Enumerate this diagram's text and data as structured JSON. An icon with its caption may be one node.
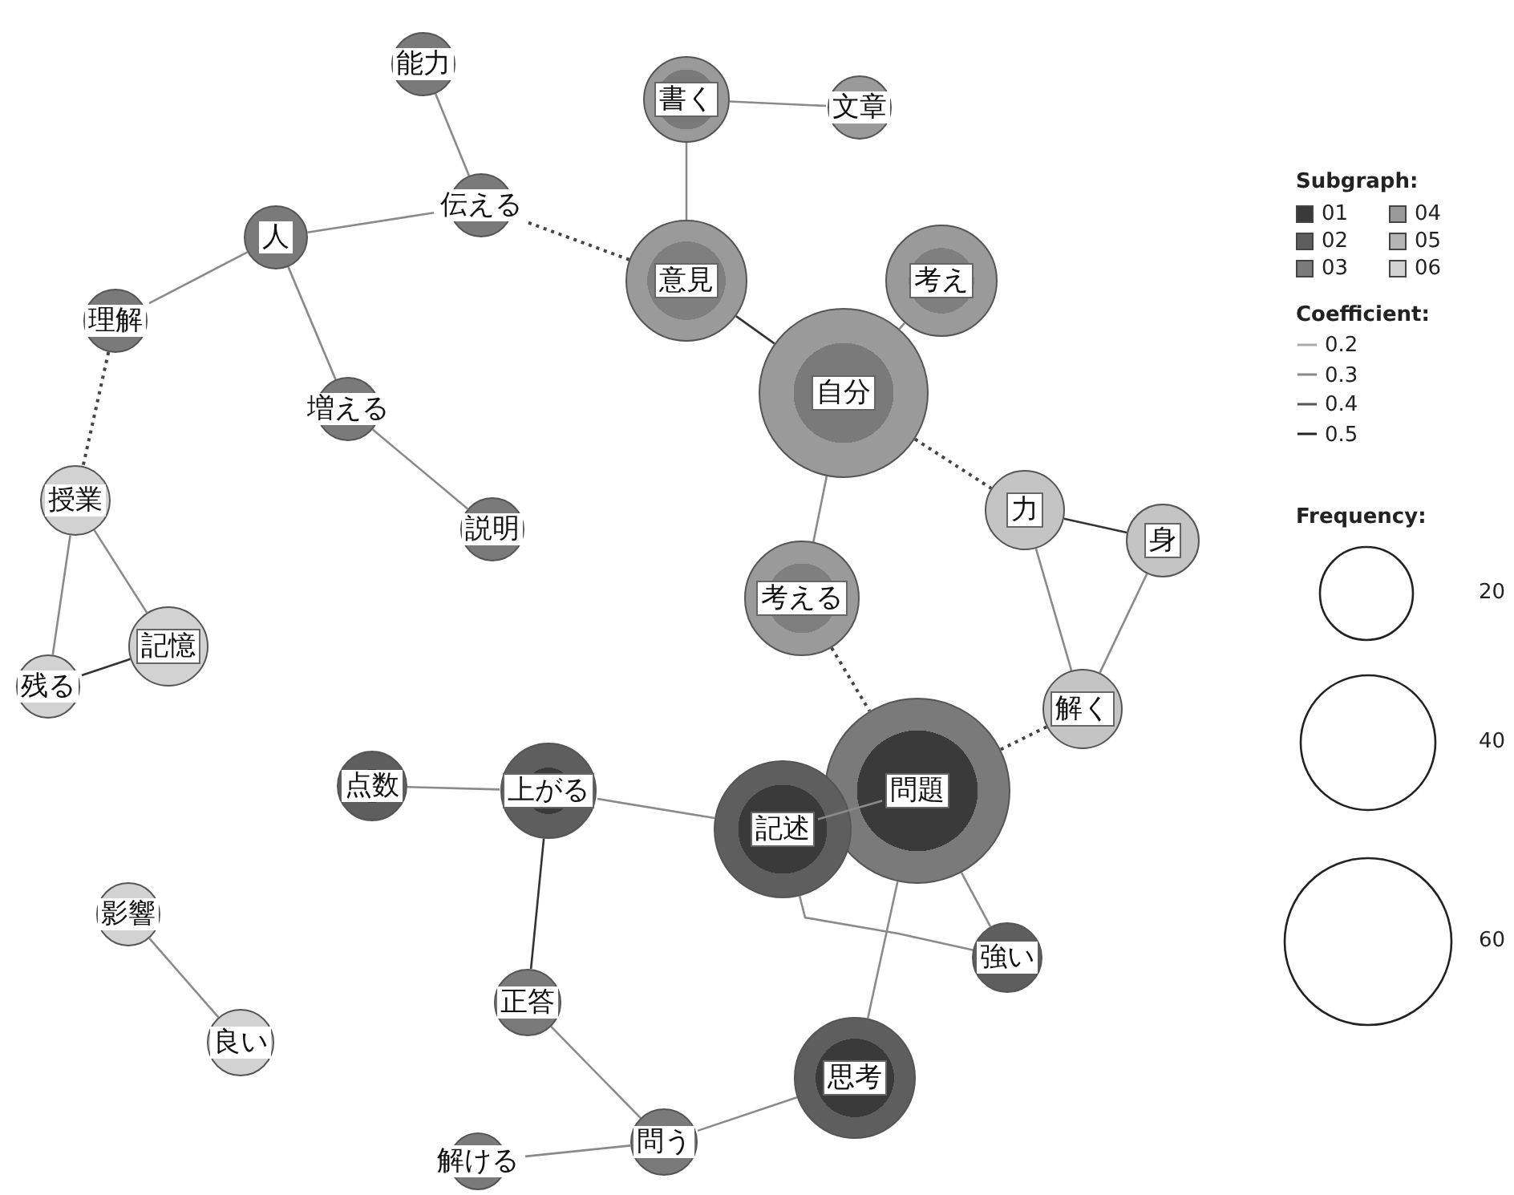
{
  "diagram": {
    "nodes": [
      {
        "text": [
          "能力"
        ]
      },
      {
        "text": [
          "文章"
        ]
      },
      {
        "text": [
          "書く"
        ]
      },
      {
        "text": [
          "伝える"
        ]
      },
      {
        "text": [
          "人"
        ]
      },
      {
        "text": [
          "意見"
        ]
      },
      {
        "text": [
          "考え"
        ]
      },
      {
        "text": [
          "理解"
        ]
      },
      {
        "text": [
          "自分"
        ]
      },
      {
        "text": [
          "増える"
        ]
      },
      {
        "text": [
          "授業"
        ]
      },
      {
        "text": [
          "説明"
        ]
      },
      {
        "text": [
          "力"
        ]
      },
      {
        "text": [
          "身"
        ]
      },
      {
        "text": [
          "考える"
        ]
      },
      {
        "text": [
          "記憶"
        ]
      },
      {
        "text": [
          "残る"
        ]
      },
      {
        "text": [
          "解く"
        ]
      },
      {
        "text": [
          "問題"
        ]
      },
      {
        "text": [
          "点数"
        ]
      },
      {
        "text": [
          "上がる"
        ]
      },
      {
        "text": [
          "記述"
        ]
      },
      {
        "text": [
          "影響"
        ]
      },
      {
        "text": [
          "強い"
        ]
      },
      {
        "text": [
          "正答"
        ]
      },
      {
        "text": [
          "良い"
        ]
      },
      {
        "text": [
          "思考"
        ]
      },
      {
        "text": [
          "問う"
        ]
      },
      {
        "text": [
          "解ける"
        ]
      }
    ],
    "edges": [
      {
        "from": 0,
        "to": 3,
        "arrow": "none"
      },
      {
        "from": 2,
        "to": 1,
        "arrow": "none"
      },
      {
        "from": 2,
        "to": 5,
        "arrow": "none"
      },
      {
        "from": 4,
        "to": 3,
        "arrow": "none"
      },
      {
        "from": 3,
        "to": 5,
        "arrow": "none",
        "style": "dashed"
      },
      {
        "from": 4,
        "to": 7,
        "arrow": "none"
      },
      {
        "from": 4,
        "to": 9,
        "arrow": "none"
      },
      {
        "from": 7,
        "to": 10,
        "arrow": "none",
        "style": "dashed"
      },
      {
        "from": 9,
        "to": 11,
        "arrow": "none"
      },
      {
        "from": 10,
        "to": 16,
        "arrow": "none"
      },
      {
        "from": 10,
        "to": 15,
        "arrow": "none"
      },
      {
        "from": 16,
        "to": 15,
        "arrow": "none",
        "color": "#333333"
      },
      {
        "from": 5,
        "to": 8,
        "arrow": "none",
        "color": "#333333"
      },
      {
        "from": 6,
        "to": 8,
        "arrow": "none"
      },
      {
        "from": 8,
        "to": 14,
        "arrow": "none"
      },
      {
        "from": 8,
        "to": 12,
        "arrow": "none",
        "style": "dashed"
      },
      {
        "from": 12,
        "to": 13,
        "arrow": "none",
        "color": "#333333"
      },
      {
        "from": 12,
        "to": 17,
        "arrow": "none"
      },
      {
        "from": 13,
        "to": 17,
        "arrow": "none"
      },
      {
        "from": 14,
        "to": 18,
        "arrow": "none",
        "style": "dashed"
      },
      {
        "from": 17,
        "to": 18,
        "arrow": "none",
        "style": "dashed"
      },
      {
        "from": 19,
        "to": 20,
        "arrow": "none"
      },
      {
        "from": 20,
        "to": 21,
        "arrow": "none"
      },
      {
        "from": 20,
        "to": 24,
        "arrow": "none",
        "color": "#333333"
      },
      {
        "from": 21,
        "to": 18,
        "arrow": "none"
      },
      {
        "from": 21,
        "to": 23,
        "arrow": "none"
      },
      {
        "from": 18,
        "to": 23,
        "arrow": "none"
      },
      {
        "from": 18,
        "to": 26,
        "arrow": "none"
      },
      {
        "from": 22,
        "to": 25,
        "arrow": "none"
      },
      {
        "from": 24,
        "to": 27,
        "arrow": "none"
      },
      {
        "from": 27,
        "to": 26,
        "arrow": "none"
      },
      {
        "from": 27,
        "to": 28,
        "arrow": "none"
      }
    ],
    "labels": [
      "Subgraph:",
      "Coefficient:",
      "Frequency:"
    ],
    "legend": [
      {
        "text": "01",
        "color": "#3a3a3a"
      },
      {
        "text": "02",
        "color": "#5e5e5e"
      },
      {
        "text": "03",
        "color": "#7a7a7a"
      },
      {
        "text": "04",
        "color": "#9a9a9a"
      },
      {
        "text": "05",
        "color": "#b5b5b5"
      },
      {
        "text": "06",
        "color": "#d2d2d2"
      },
      {
        "text": "0.2"
      },
      {
        "text": "0.3"
      },
      {
        "text": "0.4"
      },
      {
        "text": "0.5"
      },
      {
        "text": "20"
      },
      {
        "text": "40"
      },
      {
        "text": "60"
      }
    ]
  }
}
